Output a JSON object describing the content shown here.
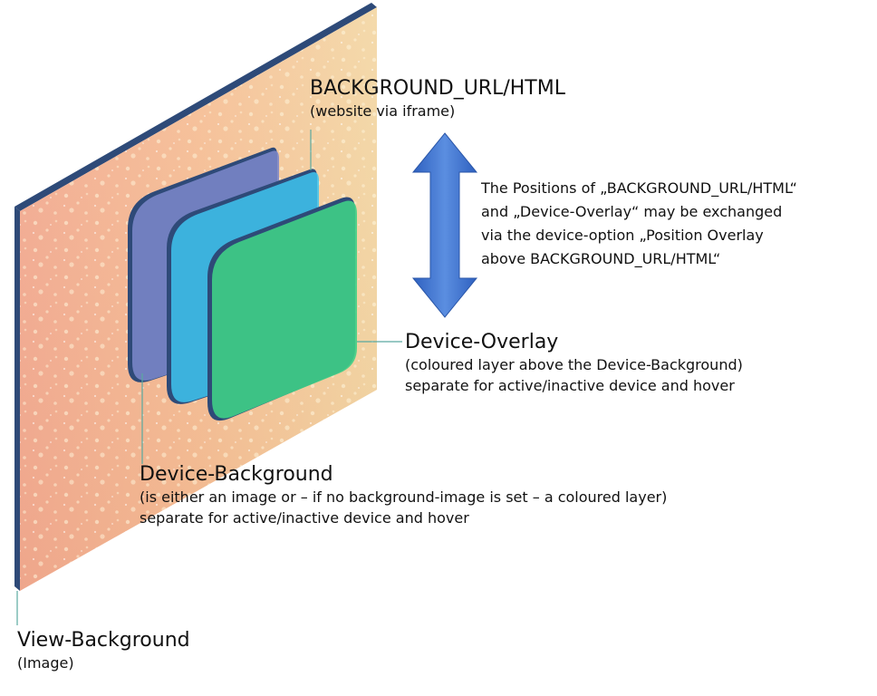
{
  "labels": {
    "background_url": {
      "title": "BACKGROUND_URL/HTML",
      "lines": [
        "(website via iframe)"
      ]
    },
    "device_overlay": {
      "title": "Device-Overlay",
      "lines": [
        "(coloured layer above the Device-Background)",
        "separate for active/inactive device and hover"
      ]
    },
    "device_background": {
      "title": "Device-Background",
      "lines": [
        "(is either an image or – if no background-image is set – a coloured layer)",
        "separate for active/inactive device and hover"
      ]
    },
    "view_background": {
      "title": "View-Background",
      "lines": [
        "(Image)"
      ]
    }
  },
  "note": {
    "lines": [
      "The Positions of „BACKGROUND_URL/HTML“",
      "and „Device-Overlay“ may be exchanged",
      "via the device-option „Position Overlay",
      "above BACKGROUND_URL/HTML“"
    ]
  },
  "colors": {
    "panel_edge": "#2e4a78",
    "layer_device_background": "#7b86c8",
    "layer_background_url": "#3ec4ee",
    "layer_device_overlay": "#3fcf86",
    "arrow": "#3c6fc8",
    "leader_line": "#5aa9a0"
  },
  "icons": {
    "arrow": "double-headed-vertical-arrow-icon"
  }
}
